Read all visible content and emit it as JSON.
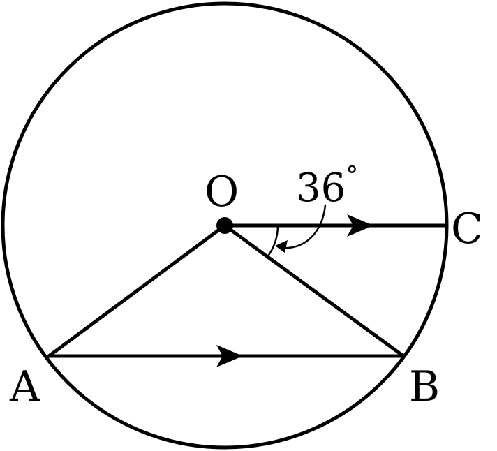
{
  "points": {
    "center": "O",
    "a": "A",
    "b": "B",
    "c": "C"
  },
  "angle": {
    "value": "36",
    "unit": "°"
  },
  "colors": {
    "stroke": "#000000",
    "background": "#ffffff"
  }
}
